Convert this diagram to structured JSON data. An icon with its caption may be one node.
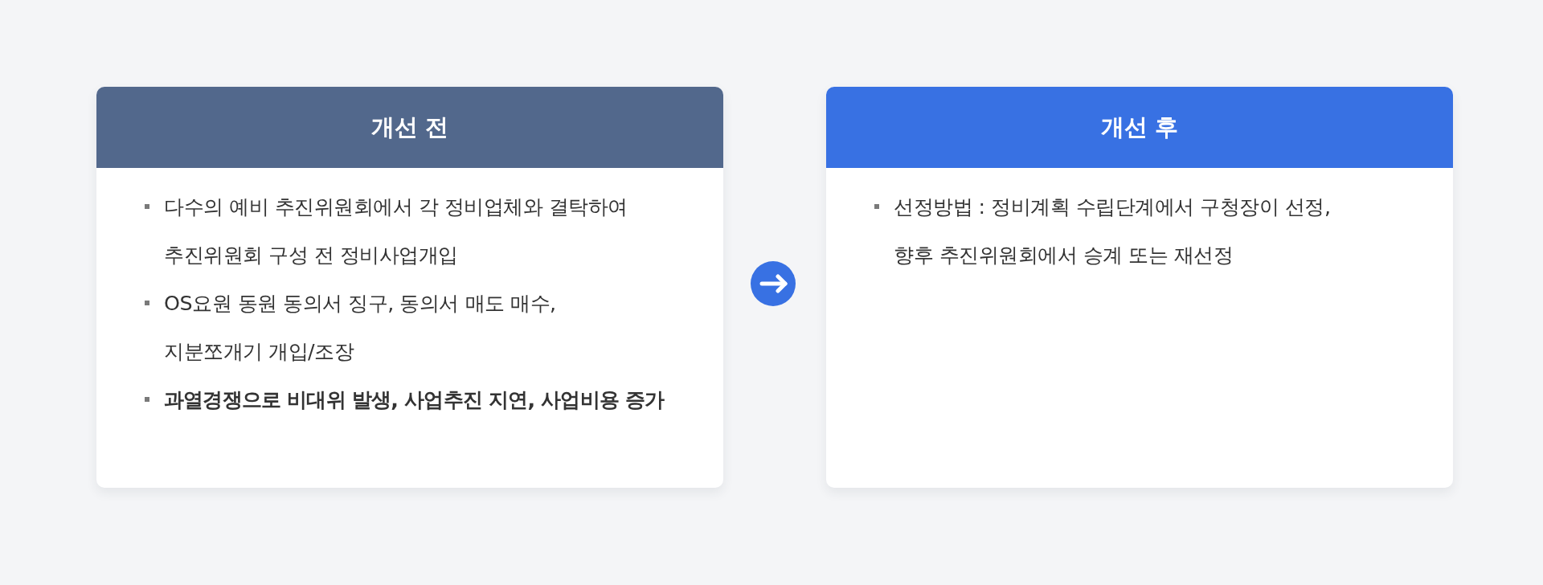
{
  "diagram": {
    "nodes": [
      {
        "text": [
          "개선 전",
          "다수의 예비 추진위원회에서 각 정비업체와 결탁하여 추진위원회 구성 전 정비사업개입",
          "OS요원 동원 동의서 징구, 동의서 매도 매수, 지분쪼개기 개입/조장",
          "과열경쟁으로 비대위 발생, 사업추진 지연, 사업비용 증가"
        ]
      },
      {
        "text": [
          "개선 후",
          "선정방법 : 정비계획 수립단계에서 구청장이 선정, 향후 추진위원회에서 승계 또는 재선정"
        ]
      }
    ],
    "edges": [
      {
        "from": 0,
        "to": 1,
        "arrow": "to"
      }
    ]
  }
}
